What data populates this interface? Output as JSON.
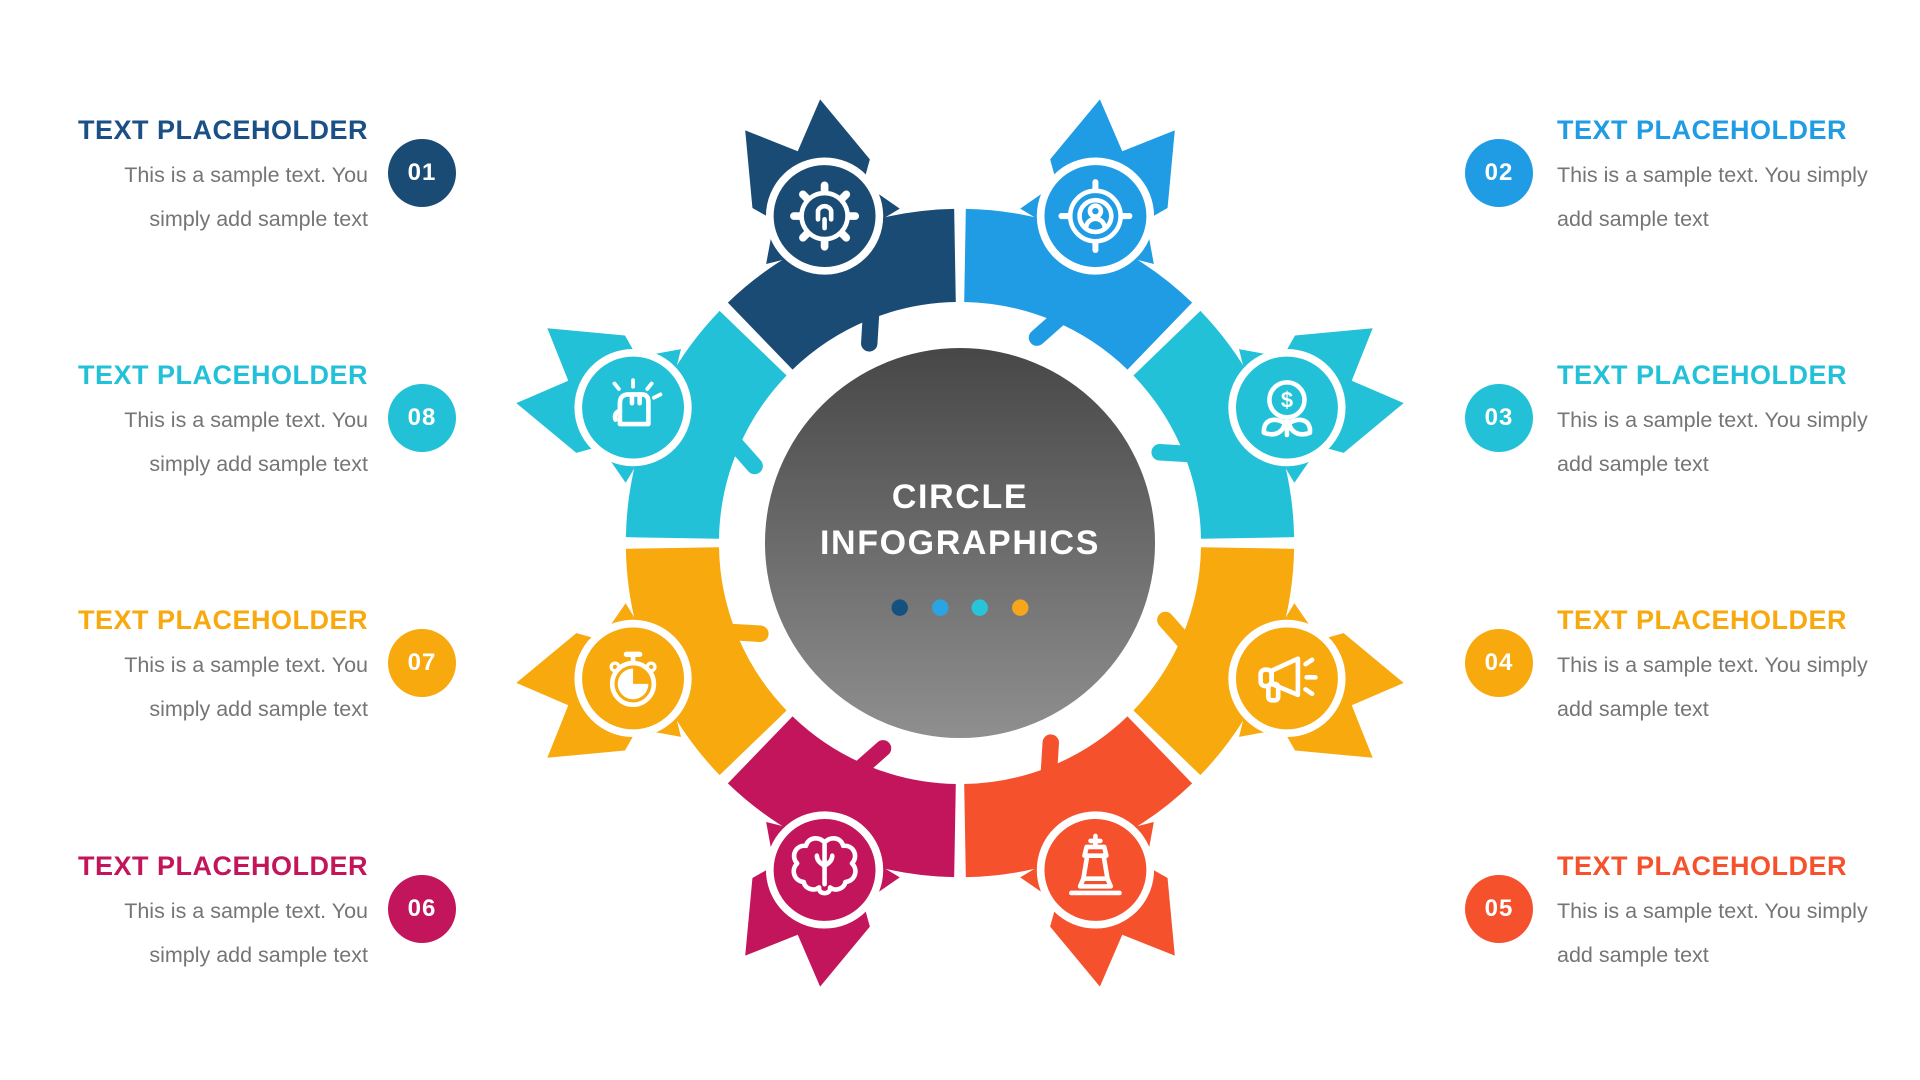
{
  "center": {
    "title_line1": "CIRCLE",
    "title_line2": "INFOGRAPHICS",
    "dots": [
      "#15517e",
      "#2aa5e4",
      "#28c5da",
      "#f7a51b"
    ],
    "circle_gradient_top": "#474747",
    "circle_gradient_bottom": "#8f8f8f"
  },
  "items": [
    {
      "number": "01",
      "heading": "TEXT PLACEHOLDER",
      "body": "This is a sample text. You simply add sample text",
      "color": "#1a4b75",
      "text_color": "#1b5086",
      "icon": "gear-icon",
      "side": "left"
    },
    {
      "number": "02",
      "heading": "TEXT PLACEHOLDER",
      "body": "This is a sample text. You simply add sample text",
      "color": "#1f9ce4",
      "text_color": "#1f9ce4",
      "icon": "target-audience-icon",
      "side": "right"
    },
    {
      "number": "03",
      "heading": "TEXT PLACEHOLDER",
      "body": "This is a sample text. You simply add sample text",
      "color": "#23c1d8",
      "text_color": "#23c1d8",
      "icon": "money-growth-icon",
      "side": "right"
    },
    {
      "number": "04",
      "heading": "TEXT PLACEHOLDER",
      "body": "This is a sample text. You simply add sample text",
      "color": "#f7a90e",
      "text_color": "#f7a90e",
      "icon": "megaphone-icon",
      "side": "right"
    },
    {
      "number": "05",
      "heading": "TEXT PLACEHOLDER",
      "body": "This is a sample text. You simply add sample text",
      "color": "#f4512c",
      "text_color": "#f4512c",
      "icon": "chess-king-icon",
      "side": "right"
    },
    {
      "number": "06",
      "heading": "TEXT PLACEHOLDER",
      "body": "This is a sample text. You simply add sample text",
      "color": "#c2155b",
      "text_color": "#c2155b",
      "icon": "brain-icon",
      "side": "left"
    },
    {
      "number": "07",
      "heading": "TEXT PLACEHOLDER",
      "body": "This is a sample text. You simply add sample text",
      "color": "#f7a90e",
      "text_color": "#f7a90e",
      "icon": "stopwatch-icon",
      "side": "left"
    },
    {
      "number": "08",
      "heading": "TEXT PLACEHOLDER",
      "body": "This is a sample text. You simply add sample text",
      "color": "#23c1d8",
      "text_color": "#23c1d8",
      "icon": "fist-icon",
      "side": "left"
    }
  ],
  "body_text_color": "#757575"
}
